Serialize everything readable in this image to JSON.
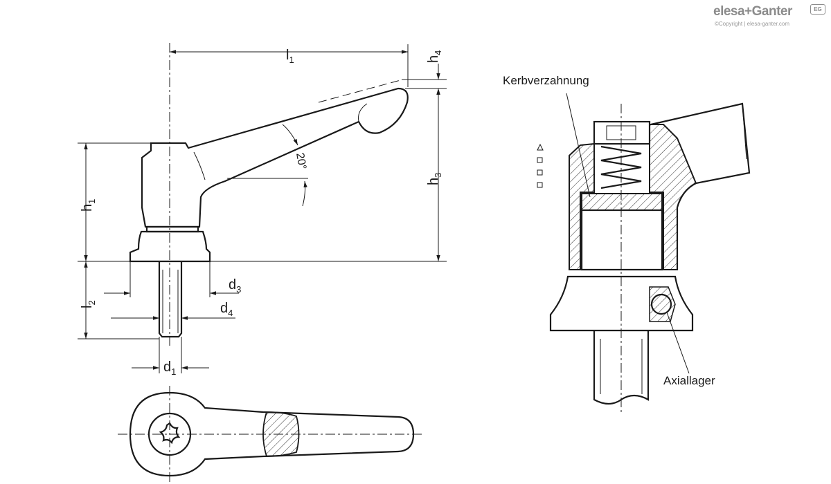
{
  "brand": {
    "logo_text": "elesa+Ganter",
    "logo_mark": "EG",
    "copyright": "©Copyright | elesa-ganter.com"
  },
  "dimensions": {
    "l1": {
      "base": "l",
      "sub": "1"
    },
    "h4": {
      "base": "h",
      "sub": "4"
    },
    "h1": {
      "base": "h",
      "sub": "1"
    },
    "h3": {
      "base": "h",
      "sub": "3"
    },
    "l2": {
      "base": "l",
      "sub": "2"
    },
    "d3": {
      "base": "d",
      "sub": "3"
    },
    "d4": {
      "base": "d",
      "sub": "4"
    },
    "d1": {
      "base": "d",
      "sub": "1"
    },
    "angle": "20°"
  },
  "callouts": {
    "serration": "Kerbverzahnung",
    "axial_bearing": "Axiallager"
  },
  "colors": {
    "line": "#1a1a1a",
    "logo": "#8c8c8c"
  }
}
